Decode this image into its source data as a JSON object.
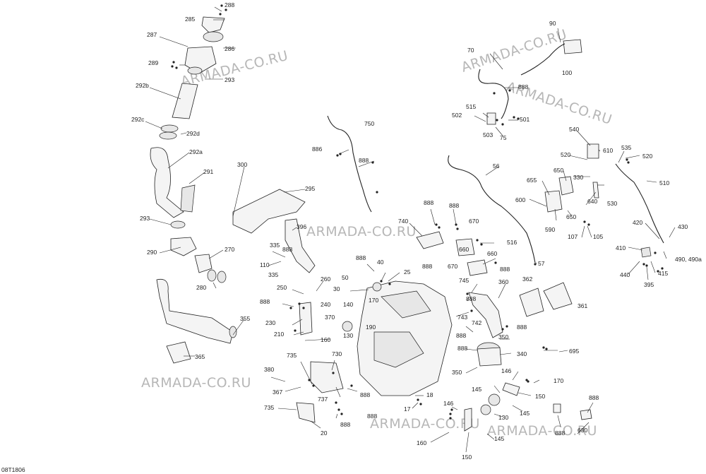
{
  "watermark": "ARMADA-CO.RU",
  "diagram_code": "08T1806",
  "labels": [
    "285",
    "288",
    "287",
    "286",
    "289",
    "293",
    "292b",
    "292c",
    "292d",
    "292a",
    "291",
    "293",
    "290",
    "270",
    "280",
    "355",
    "365",
    "300",
    "295",
    "396",
    "335",
    "110",
    "335",
    "888",
    "750",
    "888",
    "886",
    "70",
    "90",
    "888",
    "100",
    "515",
    "502",
    "503",
    "75",
    "501",
    "56",
    "740",
    "888",
    "888",
    "670",
    "660",
    "516",
    "888",
    "670",
    "660",
    "888",
    "57",
    "50",
    "888",
    "40",
    "25",
    "30",
    "260",
    "250",
    "888",
    "240",
    "230",
    "370",
    "210",
    "160",
    "140",
    "170",
    "190",
    "130",
    "745",
    "360",
    "888",
    "743",
    "742",
    "888",
    "888",
    "362",
    "361",
    "350",
    "888",
    "340",
    "350",
    "735",
    "730",
    "380",
    "367",
    "737",
    "888",
    "888",
    "735",
    "20",
    "888",
    "18",
    "17",
    "695",
    "145",
    "146",
    "170",
    "150",
    "146",
    "145",
    "130",
    "145",
    "160",
    "150",
    "888",
    "888",
    "630",
    "540",
    "535",
    "520",
    "610",
    "520",
    "330",
    "650",
    "655",
    "600",
    "530",
    "640",
    "510",
    "590",
    "650",
    "107",
    "105",
    "420",
    "430",
    "410",
    "440",
    "415",
    "395",
    "490, 490a"
  ]
}
